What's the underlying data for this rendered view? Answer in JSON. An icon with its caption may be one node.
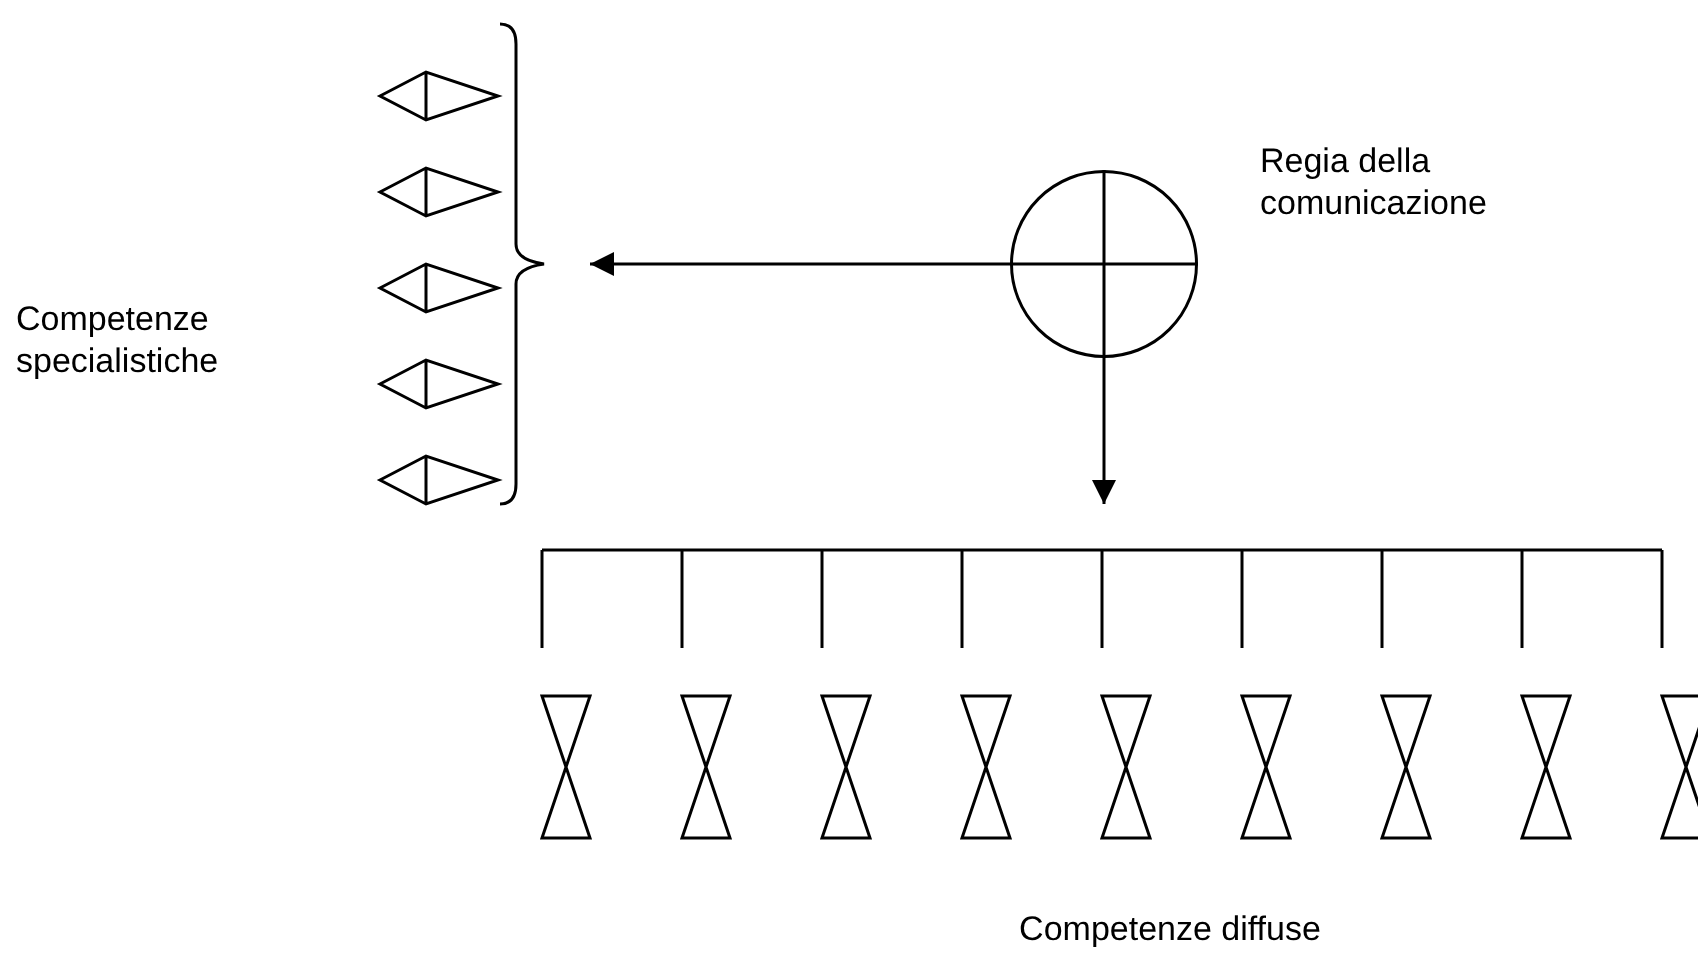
{
  "diagram": {
    "nodes": [
      {
        "text": [],
        "shape": "circle",
        "beside": [
          "Regia della comunicazione"
        ]
      },
      {
        "text": [],
        "shape": "bracket"
      },
      {
        "text": [],
        "shape": "bar"
      }
    ],
    "labels": [
      "Competenze specialistiche",
      "Competenze diffuse"
    ],
    "edges": [
      {
        "from": 0,
        "to": 1,
        "arrow": "to"
      },
      {
        "from": 0,
        "to": 2,
        "arrow": "to"
      }
    ]
  }
}
